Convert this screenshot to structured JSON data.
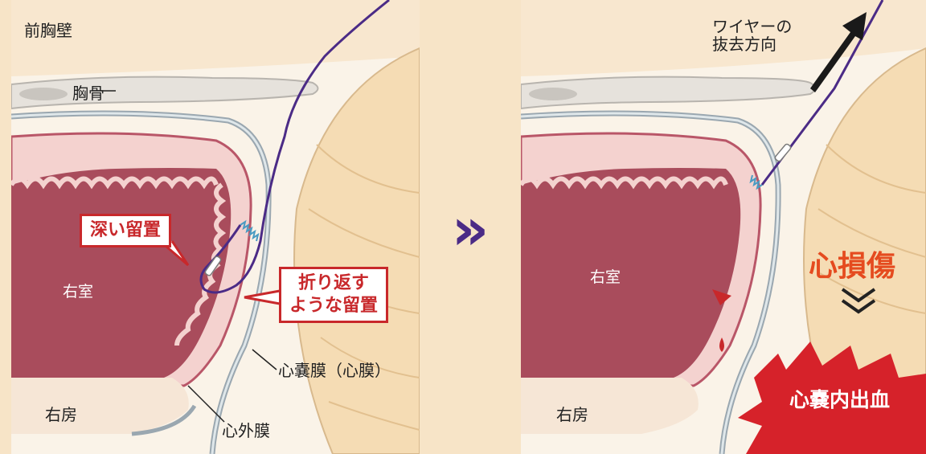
{
  "left": {
    "anterior_chest_wall": "前胸壁",
    "sternum": "胸骨",
    "right_ventricle": "右室",
    "right_atrium": "右房",
    "deep_placement": "深い留置",
    "folded_placement_line1": "折り返す",
    "folded_placement_line2": "ような留置",
    "pericardium": "心嚢膜（心膜）",
    "epicardium": "心外膜"
  },
  "transition_arrow": "»",
  "right": {
    "wire_direction_line1": "ワイヤーの",
    "wire_direction_line2": "抜去方向",
    "right_ventricle": "右室",
    "right_atrium": "右房",
    "cardiac_injury": "心損傷",
    "hemopericardium": "心嚢内出血"
  },
  "colors": {
    "background": "#f7e4c7",
    "myocardium": "#f4d2cf",
    "chamber": "#a94c5c",
    "wire": "#4b2b86",
    "alert_red": "#c8282b",
    "injury_orange": "#e54b1f"
  }
}
